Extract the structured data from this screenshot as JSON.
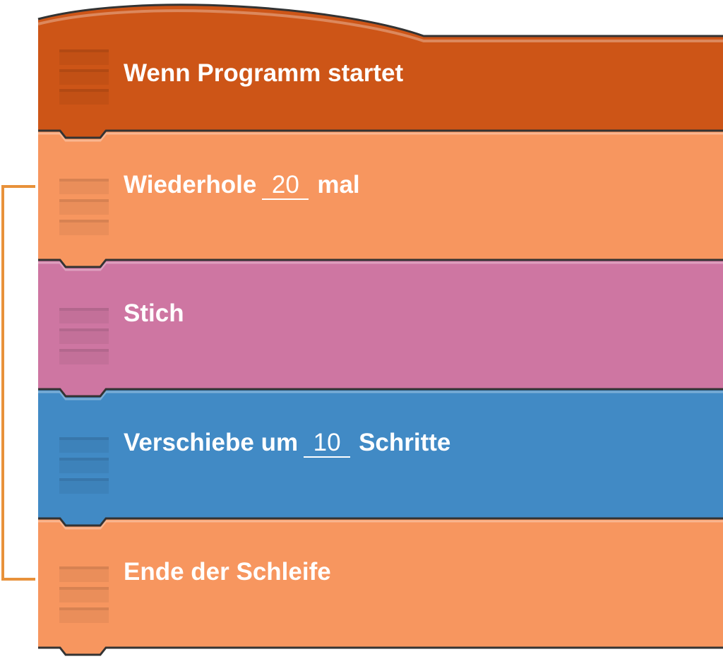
{
  "colors": {
    "hat": "#CD5517",
    "control": "#F7965F",
    "pen": "#CE76A2",
    "motion": "#418AC5",
    "bracket": "#E8913A",
    "outline": "#333333"
  },
  "blocks": [
    {
      "type": "hat",
      "text": "Wenn Programm startet"
    },
    {
      "type": "control",
      "before": "Wiederhole",
      "value": "20",
      "after": "mal"
    },
    {
      "type": "pen",
      "text": "Stich"
    },
    {
      "type": "motion",
      "before": "Verschiebe um",
      "value": "10",
      "after": "Schritte"
    },
    {
      "type": "control",
      "text": "Ende der Schleife"
    }
  ]
}
